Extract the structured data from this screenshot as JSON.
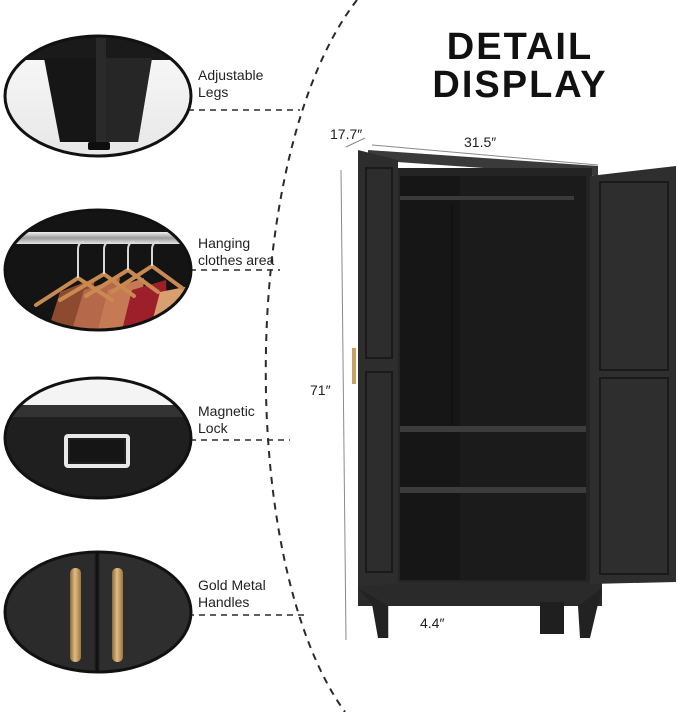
{
  "title": {
    "line1": "DETAIL",
    "line2": "DISPLAY"
  },
  "features": [
    {
      "label": "Adjustable\nLegs",
      "icon": "adjustable-leg-closeup"
    },
    {
      "label": "Hanging\nclothes area",
      "icon": "hanging-clothes-closeup"
    },
    {
      "label": "Magnetic\nLock",
      "icon": "magnetic-lock-closeup"
    },
    {
      "label": "Gold Metal\nHandles",
      "icon": "gold-handles-closeup"
    }
  ],
  "dimensions": {
    "depth": "17.7″",
    "width": "31.5″",
    "height": "71″",
    "leg_height": "4.4″"
  },
  "colors": {
    "cabinet": "#2b2b2b",
    "handle_gold": "#c9a063",
    "dash_line": "#2a2a2a",
    "background": "#ffffff"
  }
}
